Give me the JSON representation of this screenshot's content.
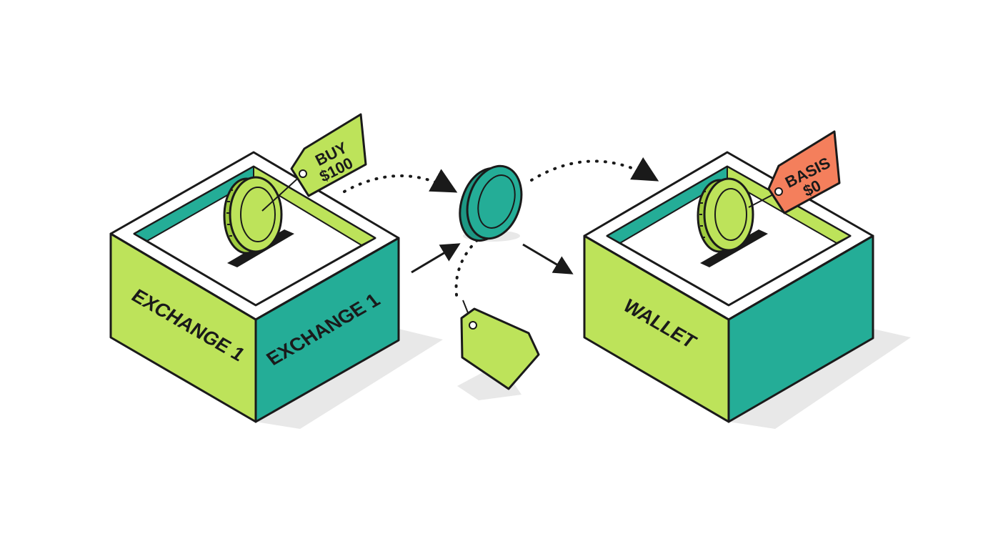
{
  "colors": {
    "lime": "#bde35a",
    "teal": "#24ad97",
    "tag_salmon": "#f47f5c",
    "outline": "#1a1a1a",
    "shadow": "#e6e6e6"
  },
  "exchange_box": {
    "front_label": "EXCHANGE 1",
    "side_label": "EXCHANGE 1",
    "tag": {
      "line1": "BUY",
      "line2": "$100"
    }
  },
  "wallet_box": {
    "front_label": "WALLET",
    "tag": {
      "line1": "BASIS",
      "line2": "$0"
    }
  },
  "icons": [
    "coin-icon",
    "price-tag-icon",
    "arrow-icon"
  ]
}
